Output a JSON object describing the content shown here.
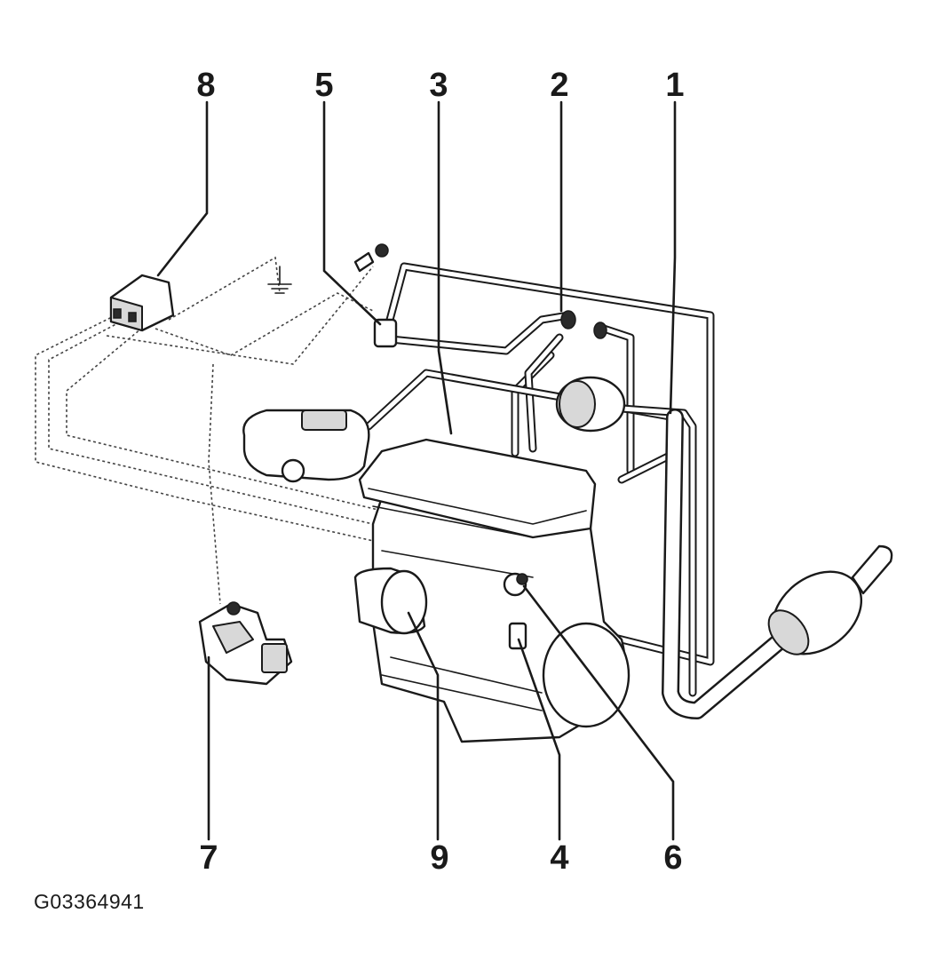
{
  "callouts": {
    "c1": "1",
    "c2": "2",
    "c3": "3",
    "c4": "4",
    "c5": "5",
    "c6": "6",
    "c7": "7",
    "c8": "8",
    "c9": "9"
  },
  "figure_id": "G03364941"
}
